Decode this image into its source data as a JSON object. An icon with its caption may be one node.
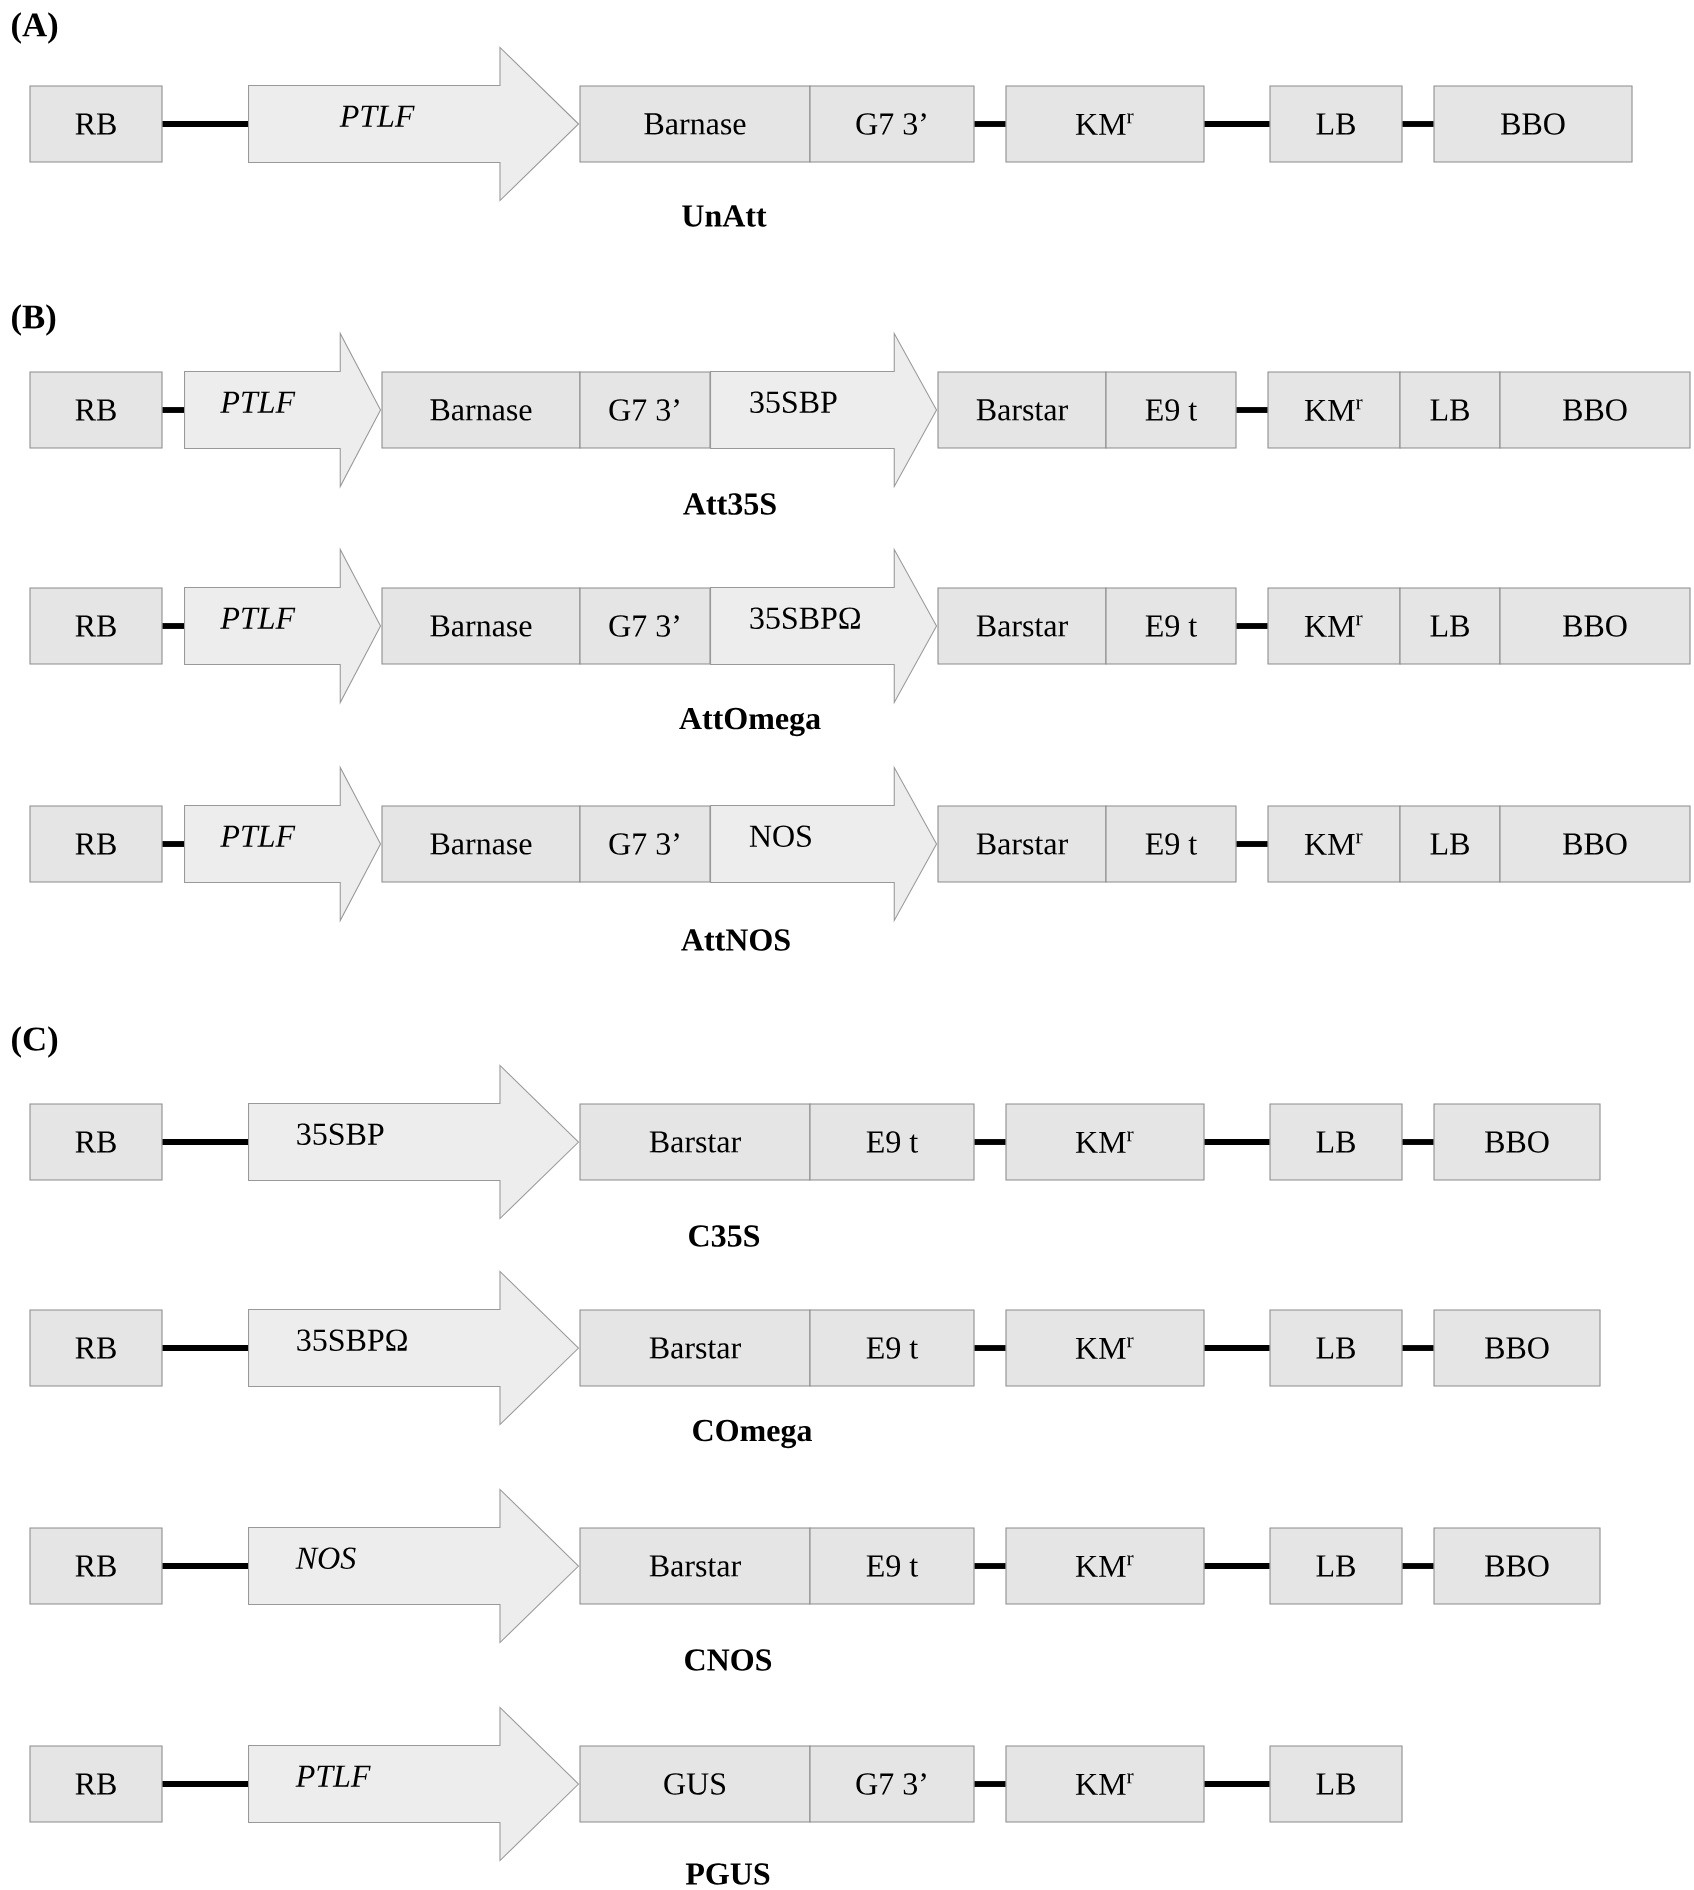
{
  "diagram": {
    "nodes": [
      {
        "text": [
          "RB"
        ]
      },
      {
        "text": [
          "PTLF"
        ]
      },
      {
        "text": [
          "Barnase"
        ]
      },
      {
        "text": [
          "G7 3’"
        ]
      },
      {
        "text": [
          "KM$^{r}$"
        ]
      },
      {
        "text": [
          "LB"
        ]
      },
      {
        "text": [
          "BBO"
        ]
      },
      {
        "text": [
          "RB"
        ]
      },
      {
        "text": [
          "PTLF"
        ]
      },
      {
        "text": [
          "Barnase"
        ]
      },
      {
        "text": [
          "G7 3’"
        ]
      },
      {
        "text": [
          "35SBP"
        ]
      },
      {
        "text": [
          "Barstar"
        ]
      },
      {
        "text": [
          "E9 t"
        ]
      },
      {
        "text": [
          "KM$^{r}$"
        ]
      },
      {
        "text": [
          "LB"
        ]
      },
      {
        "text": [
          "BBO"
        ]
      },
      {
        "text": [
          "RB"
        ]
      },
      {
        "text": [
          "PTLF"
        ]
      },
      {
        "text": [
          "Barnase"
        ]
      },
      {
        "text": [
          "G7 3’"
        ]
      },
      {
        "text": [
          "35SBPΩ"
        ]
      },
      {
        "text": [
          "Barstar"
        ]
      },
      {
        "text": [
          "E9 t"
        ]
      },
      {
        "text": [
          "KM$^{r}$"
        ]
      },
      {
        "text": [
          "LB"
        ]
      },
      {
        "text": [
          "BBO"
        ]
      },
      {
        "text": [
          "RB"
        ]
      },
      {
        "text": [
          "PTLF"
        ]
      },
      {
        "text": [
          "Barnase"
        ]
      },
      {
        "text": [
          "G7 3’"
        ]
      },
      {
        "text": [
          "NOS"
        ]
      },
      {
        "text": [
          "Barstar"
        ]
      },
      {
        "text": [
          "E9 t"
        ]
      },
      {
        "text": [
          "KM$^{r}$"
        ]
      },
      {
        "text": [
          "LB"
        ]
      },
      {
        "text": [
          "BBO"
        ]
      },
      {
        "text": [
          "RB"
        ]
      },
      {
        "text": [
          "35SBP"
        ]
      },
      {
        "text": [
          "Barstar"
        ]
      },
      {
        "text": [
          "E9 t"
        ]
      },
      {
        "text": [
          "KM$^{r}$"
        ]
      },
      {
        "text": [
          "LB"
        ]
      },
      {
        "text": [
          "BBO"
        ]
      },
      {
        "text": [
          "RB"
        ]
      },
      {
        "text": [
          "35SBPΩ"
        ]
      },
      {
        "text": [
          "Barstar"
        ]
      },
      {
        "text": [
          "E9 t"
        ]
      },
      {
        "text": [
          "KM$^{r}$"
        ]
      },
      {
        "text": [
          "LB"
        ]
      },
      {
        "text": [
          "BBO"
        ]
      },
      {
        "text": [
          "RB"
        ]
      },
      {
        "text": [
          "NOS"
        ]
      },
      {
        "text": [
          "Barstar"
        ]
      },
      {
        "text": [
          "E9 t"
        ]
      },
      {
        "text": [
          "KM$^{r}$"
        ]
      },
      {
        "text": [
          "LB"
        ]
      },
      {
        "text": [
          "BBO"
        ]
      },
      {
        "text": [
          "RB"
        ]
      },
      {
        "text": [
          "PTLF"
        ]
      },
      {
        "text": [
          "GUS"
        ]
      },
      {
        "text": [
          "G7 3’"
        ]
      },
      {
        "text": [
          "KM$^{r}$"
        ]
      },
      {
        "text": [
          "LB"
        ]
      }
    ],
    "edges": [
      {
        "from": 0,
        "to": 1,
        "arrow": "none"
      },
      {
        "from": 3,
        "to": 4,
        "arrow": "none"
      },
      {
        "from": 4,
        "to": 5,
        "arrow": "none"
      },
      {
        "from": 5,
        "to": 6,
        "arrow": "none"
      },
      {
        "from": 7,
        "to": 8,
        "arrow": "none"
      },
      {
        "from": 13,
        "to": 14,
        "arrow": "none"
      },
      {
        "from": 17,
        "to": 18,
        "arrow": "none"
      },
      {
        "from": 23,
        "to": 24,
        "arrow": "none"
      },
      {
        "from": 27,
        "to": 28,
        "arrow": "none"
      },
      {
        "from": 33,
        "to": 34,
        "arrow": "none"
      },
      {
        "from": 37,
        "to": 38,
        "arrow": "none"
      },
      {
        "from": 40,
        "to": 41,
        "arrow": "none"
      },
      {
        "from": 41,
        "to": 42,
        "arrow": "none"
      },
      {
        "from": 42,
        "to": 43,
        "arrow": "none"
      },
      {
        "from": 44,
        "to": 45,
        "arrow": "none"
      },
      {
        "from": 47,
        "to": 48,
        "arrow": "none"
      },
      {
        "from": 48,
        "to": 49,
        "arrow": "none"
      },
      {
        "from": 49,
        "to": 50,
        "arrow": "none"
      },
      {
        "from": 51,
        "to": 52,
        "arrow": "none"
      },
      {
        "from": 54,
        "to": 55,
        "arrow": "none"
      },
      {
        "from": 55,
        "to": 56,
        "arrow": "none"
      },
      {
        "from": 56,
        "to": 57,
        "arrow": "none"
      },
      {
        "from": 58,
        "to": 59,
        "arrow": "none"
      },
      {
        "from": 61,
        "to": 62,
        "arrow": "none"
      },
      {
        "from": 62,
        "to": 63,
        "arrow": "none"
      }
    ],
    "labels": [
      "(A)",
      "UnAtt",
      "(B)",
      "Att35S",
      "AttOmega",
      "AttNOS",
      "(C)",
      "C35S",
      "COmega",
      "CNOS",
      "PGUS"
    ]
  }
}
